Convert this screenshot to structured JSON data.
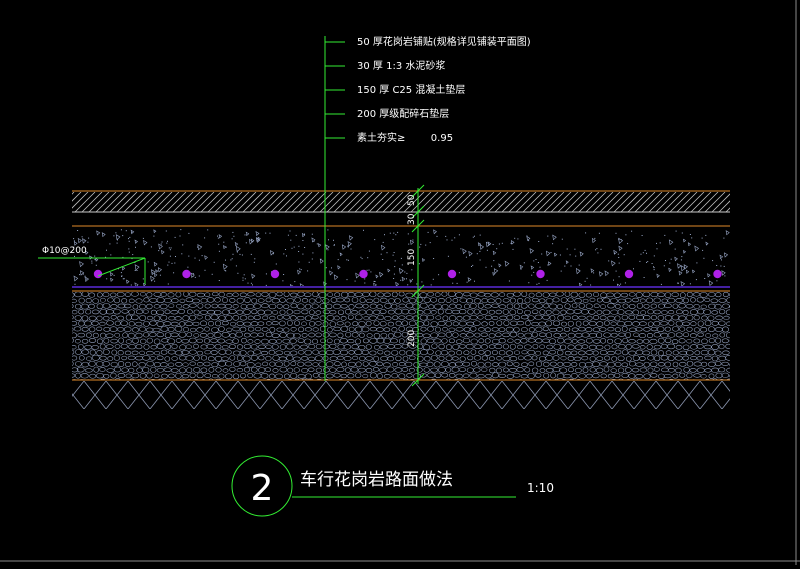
{
  "drawing": {
    "layers": [
      "50 厚花岗岩铺贴(规格详见铺装平面图)",
      "30 厚 1:3  水泥砂浆",
      "150 厚  C25 混凝土垫层",
      "200 厚级配碎石垫层",
      "素土夯实≥        0.95"
    ],
    "dimensions": [
      "50",
      "30",
      "150",
      "200"
    ],
    "rebar_label": "Φ10@200",
    "detail_number": "2",
    "title": "车行花岗岩路面做法",
    "scale": "1:10"
  },
  "colors": {
    "background": "#000000",
    "leader": "#33ee33",
    "layer_line": "#e08a2a",
    "rebar": "#b021e8",
    "hatch": "#9aa8c8",
    "text": "#ffffff"
  }
}
